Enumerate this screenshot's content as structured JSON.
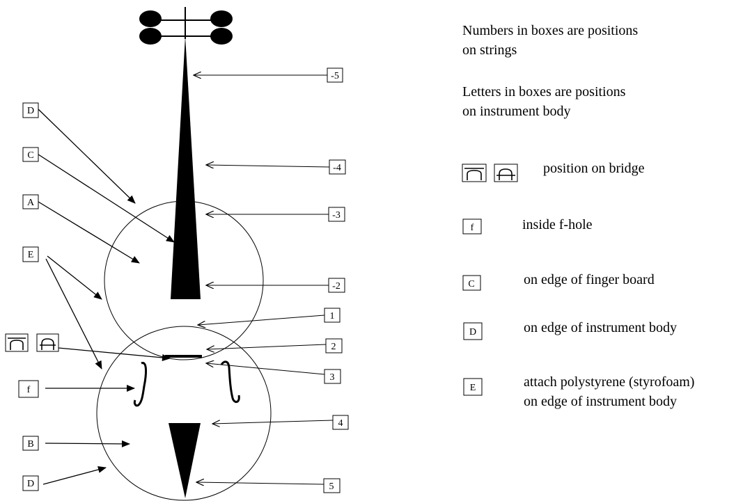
{
  "diagram": {
    "labels": {
      "neg5": "-5",
      "neg4": "-4",
      "neg3": "-3",
      "neg2": "-2",
      "p1": "1",
      "p2": "2",
      "p3": "3",
      "p4": "4",
      "p5": "5",
      "D_top": "D",
      "C": "C",
      "A": "A",
      "E": "E",
      "f": "f",
      "B": "B",
      "D_bottom": "D"
    }
  },
  "legend": {
    "intro_line1": "Numbers in boxes are positions",
    "intro_line2": "on strings",
    "letters_line1": "Letters in boxes are positions",
    "letters_line2": "on instrument body",
    "bridge": "position on bridge",
    "f_box": "f",
    "f_text": "inside f-hole",
    "c_box": "C",
    "c_text": "on edge of finger board",
    "d_box": "D",
    "d_text": "on edge of instrument body",
    "e_box": "E",
    "e_text_line1": "attach polystyrene (styrofoam)",
    "e_text_line2": "on edge of instrument body"
  }
}
